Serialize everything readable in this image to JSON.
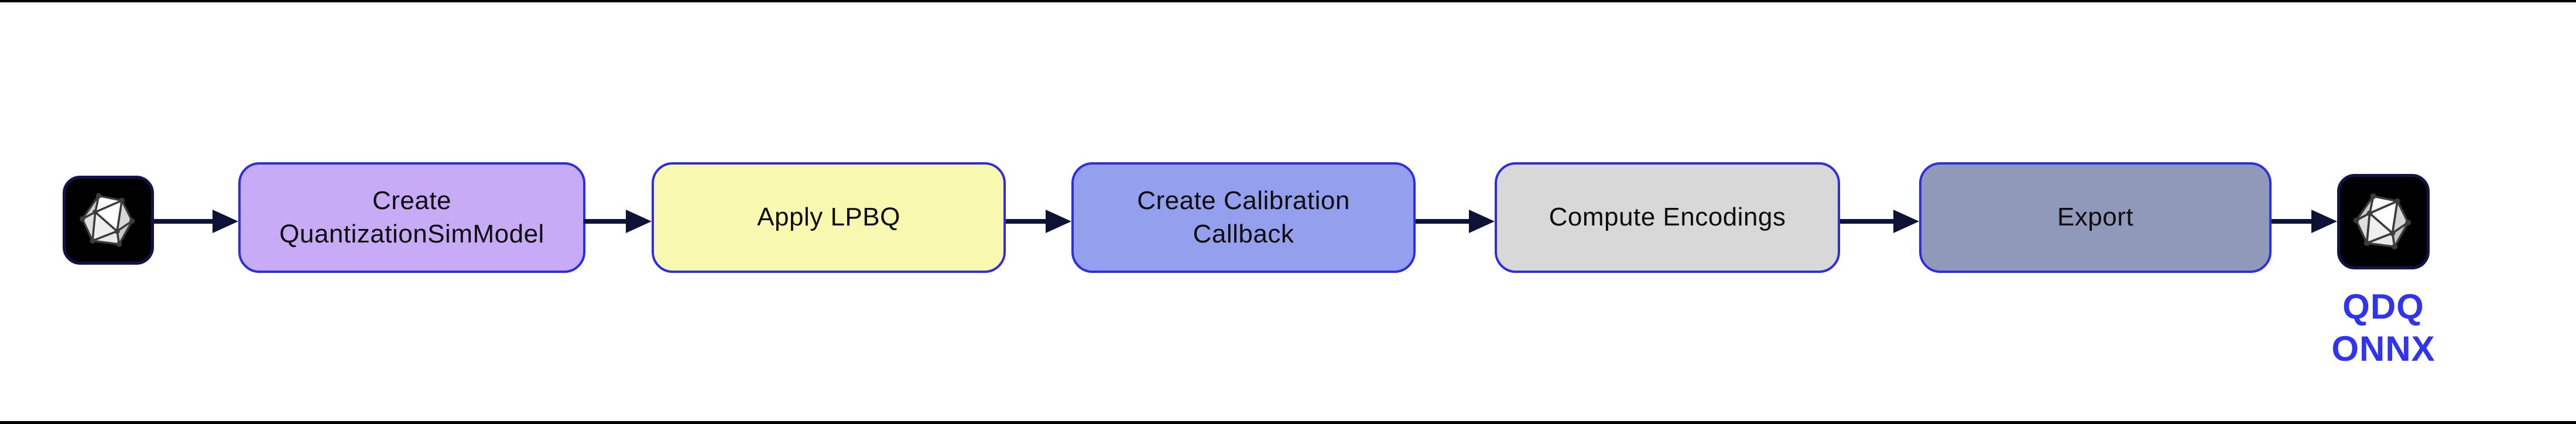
{
  "diagram": {
    "nodes": {
      "box1": {
        "line1": "Create",
        "line2": "QuantizationSimModel"
      },
      "box2": {
        "line1": "Apply LPBQ"
      },
      "box3": {
        "line1": "Create Calibration",
        "line2": "Callback"
      },
      "box4": {
        "line1": "Compute Encodings"
      },
      "box5": {
        "line1": "Export"
      },
      "output_model": {
        "label_line1": "QDQ",
        "label_line2": "ONNX"
      }
    },
    "icons": {
      "input": "onnx-model-icon",
      "output": "qdq-onnx-model-icon"
    },
    "colors": {
      "box1_fill": "#c7abf7",
      "box2_fill": "#f8f8b0",
      "box3_fill": "#94a0ee",
      "box4_fill": "#d8d8d8",
      "box5_fill": "#9199bb",
      "box_border": "#2c2ee0",
      "arrow": "#0e1236",
      "output_label_text": "#3134ee",
      "icon_background": "#000000",
      "icon_border": "#12124d",
      "frame_line": "#000000"
    }
  }
}
